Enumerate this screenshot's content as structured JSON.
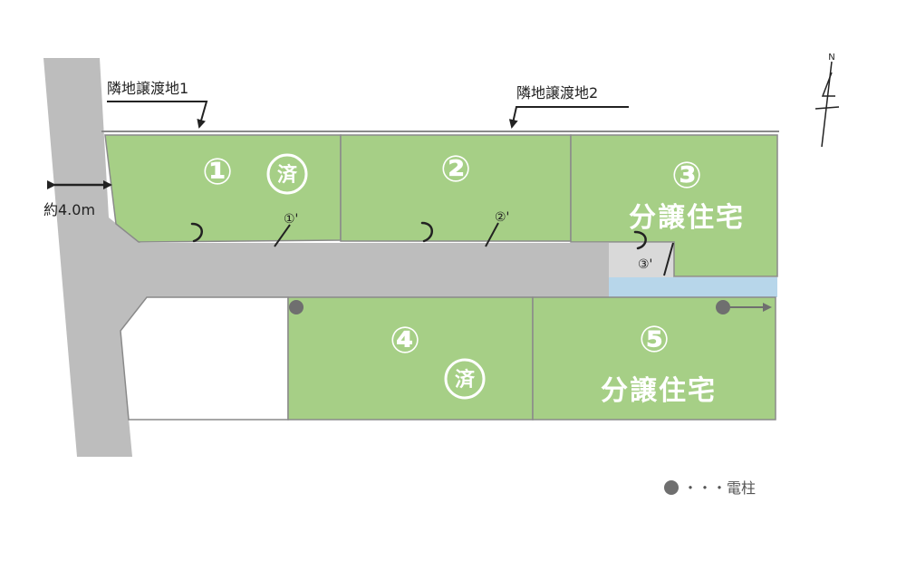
{
  "colors": {
    "lot_green": "#a6cf86",
    "road_gray": "#bdbdbd",
    "driveway_gray": "#d9d9d9",
    "water_blue": "#b7d6ea",
    "pole_gray": "#6f6f6f"
  },
  "labels": {
    "neighbor_land_1": "隣地譲渡地1",
    "neighbor_land_2": "隣地譲渡地2",
    "road_width": "約4.0m",
    "north": "N",
    "legend_text": "・・・電柱"
  },
  "lots": [
    {
      "number": "①",
      "sold_mark": "済",
      "status": ""
    },
    {
      "number": "②",
      "sold_mark": "",
      "status": ""
    },
    {
      "number": "③",
      "sold_mark": "",
      "status": "分譲住宅"
    },
    {
      "number": "④",
      "sold_mark": "済",
      "status": ""
    },
    {
      "number": "⑤",
      "sold_mark": "",
      "status": "分譲住宅"
    }
  ],
  "access_marks": [
    "①'",
    "②'",
    "③'"
  ],
  "icons": {
    "north_arrow": "north-arrow-icon",
    "utility_pole": "utility-pole-icon",
    "dimension_arrow": "double-arrow-icon"
  }
}
